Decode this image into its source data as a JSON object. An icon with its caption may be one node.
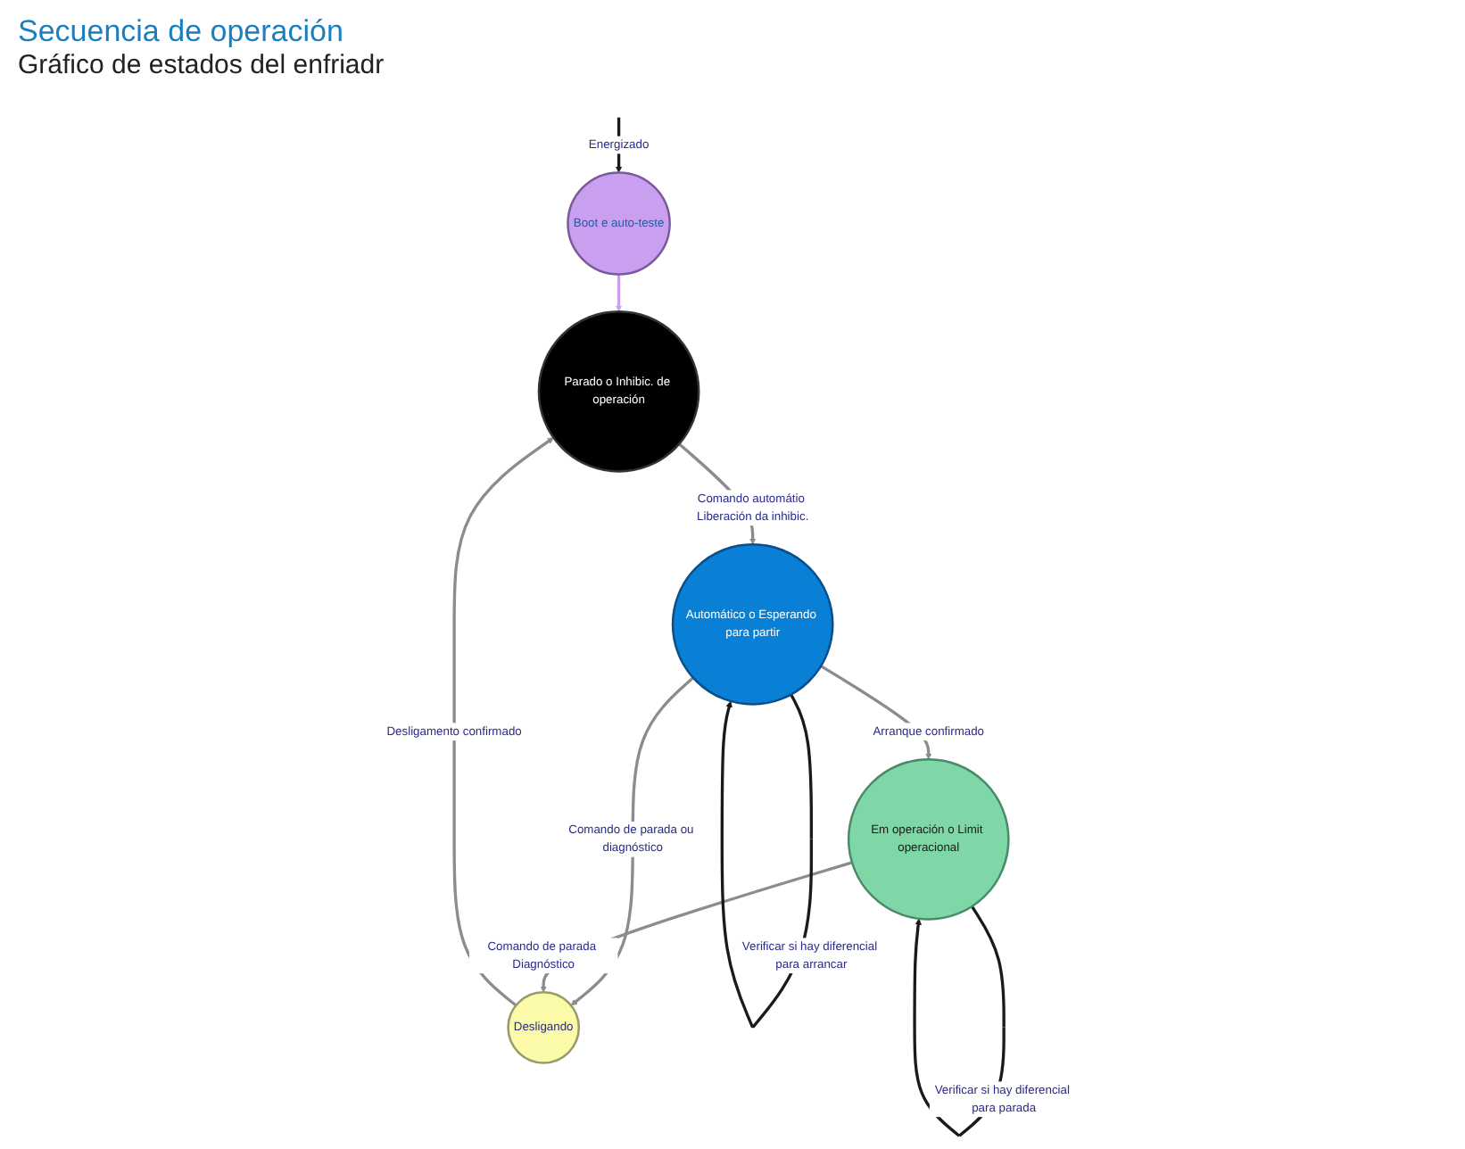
{
  "diagram": {
    "title": "Secuencia de operación",
    "caption": "Gráfico de estados del enfriadr",
    "nodes": [
      {
        "text": [
          "Parado o Inhibic. de operación"
        ]
      },
      {
        "text": [
          "Boot e auto-teste"
        ]
      },
      {
        "text": [
          "Desligando"
        ]
      },
      {
        "text": [
          "Automático o Esperando para partir"
        ]
      },
      {
        "text": [
          "Em operación o Limit operacional"
        ]
      }
    ],
    "edges": [
      {
        "from": null,
        "to": 1,
        "arrow": "to",
        "label": "Energizado",
        "color": "#1a1a1a"
      },
      {
        "from": 1,
        "to": 0,
        "arrow": "to",
        "color": "#c9a0f0"
      },
      {
        "from": 2,
        "to": 0,
        "arrow": "to",
        "label": "Desligamento confirmado"
      },
      {
        "from": 0,
        "to": 3,
        "arrow": "to",
        "label": "Comando automátio Liberación da inhibic."
      },
      {
        "from": 3,
        "to": 2,
        "arrow": "to",
        "label": "Comando de parada ou diagnóstico"
      },
      {
        "from": 3,
        "to": 4,
        "arrow": "to",
        "label": "Arranque confirmado"
      },
      {
        "from": 4,
        "to": 2,
        "arrow": "to",
        "label": "Comando de parada Diagnóstico"
      },
      {
        "from": 3,
        "to": 3,
        "arrow": "to",
        "label": "Verificar si hay diferencial para arrancar",
        "color": "#1a1a1a"
      },
      {
        "from": 4,
        "to": 4,
        "arrow": "to",
        "label": "Verificar si hay diferencial para parada",
        "color": "#1a1a1a"
      }
    ]
  }
}
